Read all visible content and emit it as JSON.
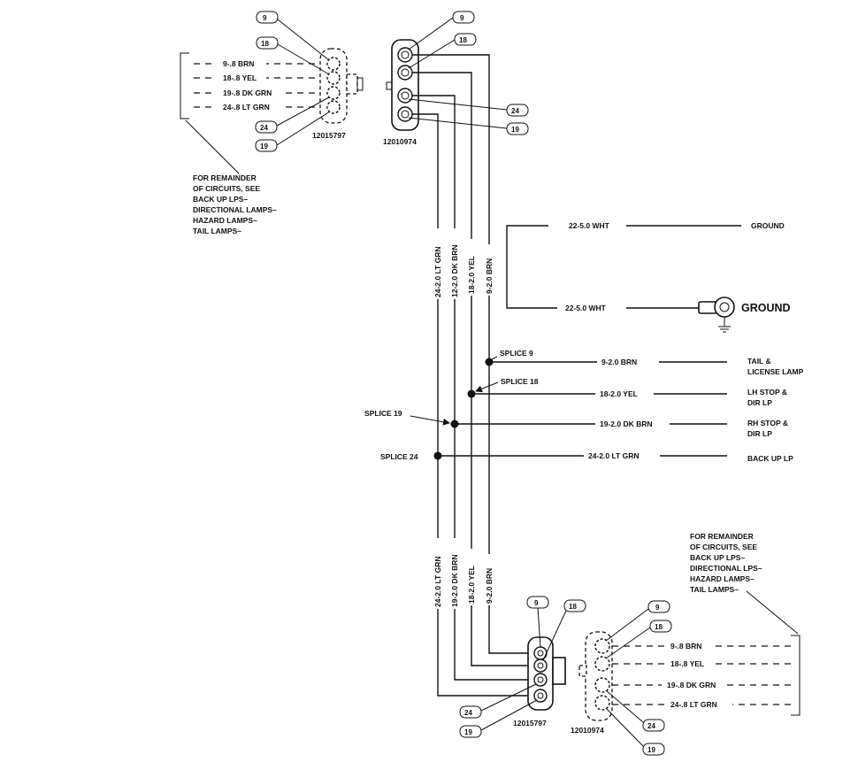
{
  "top_left": {
    "wires": [
      "9-.8 BRN",
      "18-.8 YEL",
      "19-.8 DK GRN",
      "24-.8 LT GRN"
    ],
    "part_number": "12015797",
    "note": [
      "FOR REMAINDER",
      "OF CIRCUITS, SEE",
      "BACK UP LPS–",
      "DIRECTIONAL LAMPS–",
      "HAZARD LAMPS–",
      "TAIL LAMPS–"
    ]
  },
  "top_mid": {
    "part_number": "12010974"
  },
  "pins": {
    "p9": "9",
    "p18": "18",
    "p19": "19",
    "p24": "24"
  },
  "trunk_upper": [
    "24-2.0 LT GRN",
    "12-2.0 DK BRN",
    "18-2.0 YEL",
    "9-2.0 BRN"
  ],
  "trunk_lower": [
    "24-2.0 LT GRN",
    "19-2.0 DK BRN",
    "18-2.0 YEL",
    "9-2.0 BRN"
  ],
  "ground": {
    "wire_top": "22-5.0 WHT",
    "wire_bottom": "22-5.0 WHT",
    "dest_top": "GROUND",
    "dest_bottom": "GROUND"
  },
  "splices": [
    {
      "name": "SPLICE 9",
      "wire": "9-2.0 BRN",
      "dest": [
        "TAIL &",
        "LICENSE LAMP"
      ]
    },
    {
      "name": "SPLICE 18",
      "wire": "18-2.0 YEL",
      "dest": [
        "LH STOP &",
        "DIR LP"
      ]
    },
    {
      "name": "SPLICE 19",
      "wire": "19-2.0 DK BRN",
      "dest": [
        "RH STOP &",
        "DIR LP"
      ]
    },
    {
      "name": "SPLICE 24",
      "wire": "24-2.0 LT GRN",
      "dest": [
        "BACK UP LP"
      ]
    }
  ],
  "bottom_mid": {
    "part_number": "12015797"
  },
  "bottom_right": {
    "part_number": "12010974",
    "wires": [
      "9-.8 BRN",
      "18-.8 YEL",
      "19-.8 DK GRN",
      "24-.8 LT GRN"
    ],
    "note": [
      "FOR REMAINDER",
      "OF CIRCUITS, SEE",
      "BACK UP LPS–",
      "DIRECTIONAL LPS–",
      "HAZARD LAMPS–",
      "TAIL LAMPS–"
    ]
  }
}
